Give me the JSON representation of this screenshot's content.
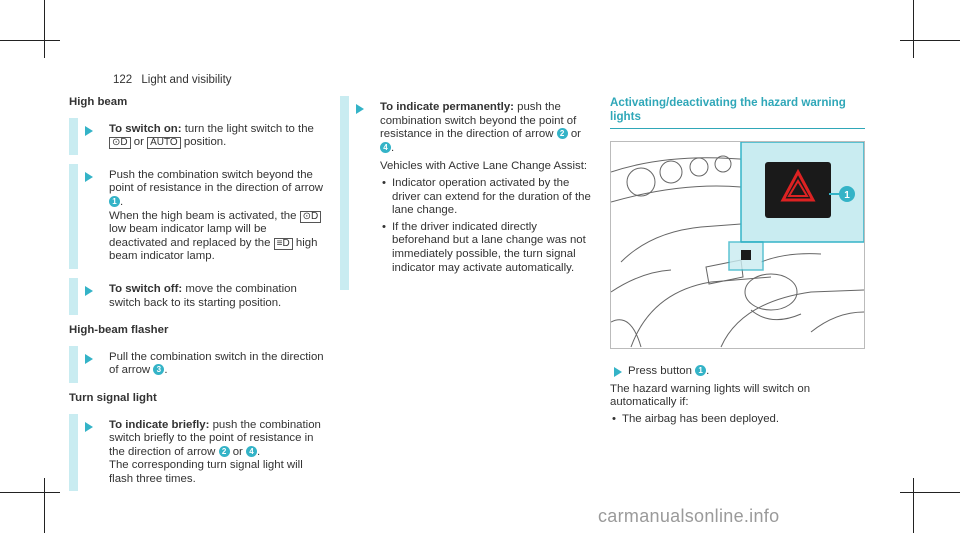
{
  "header": {
    "page_number": "122",
    "section": "Light and visibility"
  },
  "col1": {
    "high_beam_title": "High beam",
    "switch_on_label": "To switch on:",
    "switch_on_text": " turn the light switch to the",
    "switch_on_text2": "position.",
    "or_word": "or",
    "push_text_1": "Push the combination switch beyond the point of resistance in the direction of arrow",
    "push_text_2": "When the high beam is activated, the",
    "push_text_3": "low beam indicator lamp will be deactivated and replaced by the",
    "push_text_4": "high beam indicator lamp.",
    "switch_off_label": "To switch off:",
    "switch_off_text": " move the combination switch back to its starting position.",
    "flasher_title": "High-beam flasher",
    "flasher_text": "Pull the combination switch in the direction of arrow",
    "turn_title": "Turn signal light",
    "briefly_label": "To indicate briefly:",
    "briefly_text": " push the combination switch briefly to the point of resistance in the direction of arrow",
    "briefly_text2": "The corresponding turn signal light will flash three times."
  },
  "col2": {
    "perm_label": "To indicate permanently:",
    "perm_text": " push the combination switch beyond the point of resistance in the direction of arrow",
    "assist_text": "Vehicles with Active Lane Change Assist:",
    "bullet1": "Indicator operation activated by the driver can extend for the duration of the lane change.",
    "bullet2": "If the driver indicated directly beforehand but a lane change was not immediately possible, the turn signal indicator may activate automatically."
  },
  "col3": {
    "title": "Activating/deactivating the hazard warning lights",
    "press_text": "Press button",
    "auto_text": "The hazard warning lights will switch on automatically if:",
    "bullet1": "The airbag has been deployed."
  },
  "markers": {
    "m1": "1",
    "m2": "2",
    "m3": "3",
    "m4": "4"
  },
  "symbols": {
    "low_beam": "⊙D",
    "auto": "AUTO",
    "high_beam": "≡D"
  },
  "colors": {
    "accent": "#34b3c7",
    "accent_light": "#c9ecf1"
  },
  "watermark": "carmanualsonline.info"
}
